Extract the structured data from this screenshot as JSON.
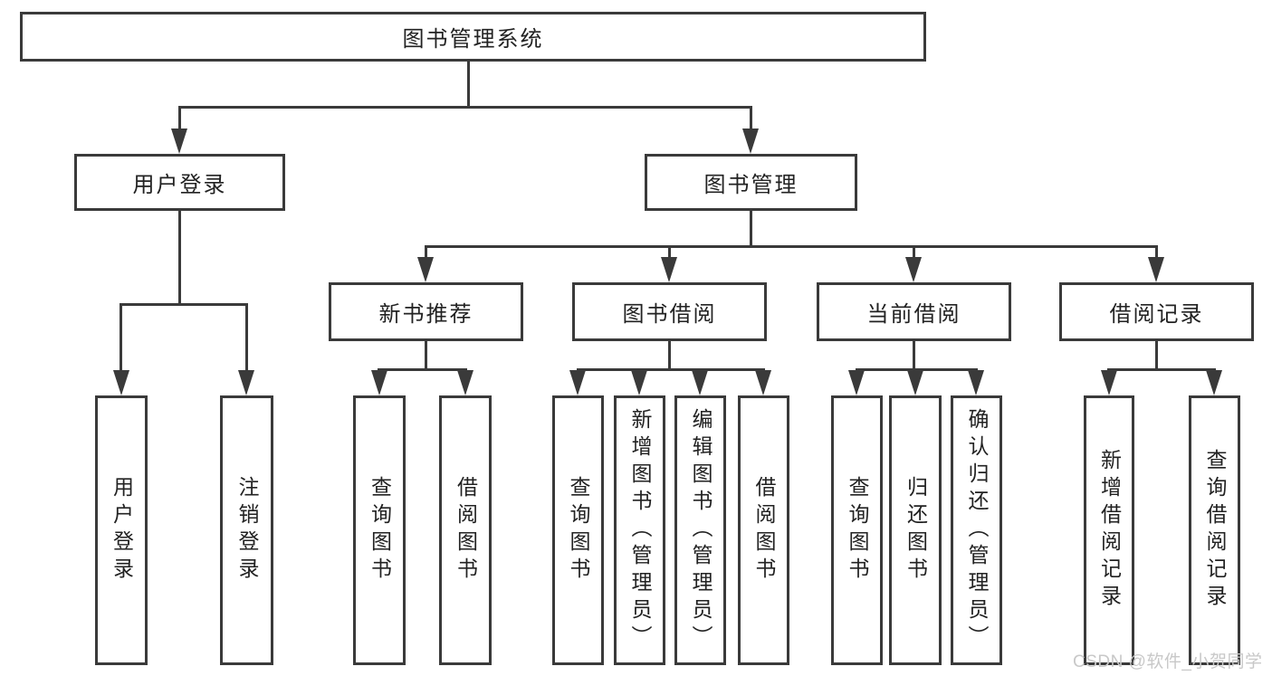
{
  "diagram": {
    "type": "tree",
    "nodes": {
      "root": "图书管理系统",
      "user_login": "用户登录",
      "book_mgmt": "图书管理",
      "new_rec": "新书推荐",
      "bk_borrow": "图书借阅",
      "cur_borrow": "当前借阅",
      "records": "借阅记录",
      "leaf_login": "用户登录",
      "leaf_logout": "注销登录",
      "rec_query": "查询图书",
      "rec_borrow": "借阅图书",
      "bb_query": "查询图书",
      "bb_add": "新增图书（管理员）",
      "bb_edit": "编辑图书（管理员）",
      "bb_borrow": "借阅图书",
      "cb_query": "查询图书",
      "cb_return": "归还图书",
      "cb_confirm": "确认归还（管理员）",
      "br_add": "新增借阅记录",
      "br_query": "查询借阅记录"
    },
    "hierarchy": [
      {
        "parent": "图书管理系统",
        "children": [
          "用户登录",
          "图书管理"
        ]
      },
      {
        "parent": "用户登录",
        "children": [
          "用户登录",
          "注销登录"
        ]
      },
      {
        "parent": "图书管理",
        "children": [
          "新书推荐",
          "图书借阅",
          "当前借阅",
          "借阅记录"
        ]
      },
      {
        "parent": "新书推荐",
        "children": [
          "查询图书",
          "借阅图书"
        ]
      },
      {
        "parent": "图书借阅",
        "children": [
          "查询图书",
          "新增图书（管理员）",
          "编辑图书（管理员）",
          "借阅图书"
        ]
      },
      {
        "parent": "当前借阅",
        "children": [
          "查询图书",
          "归还图书",
          "确认归还（管理员）"
        ]
      },
      {
        "parent": "借阅记录",
        "children": [
          "新增借阅记录",
          "查询借阅记录"
        ]
      }
    ],
    "colors": {
      "line": "#3a3a3a",
      "box_border": "#3a3a3a",
      "text": "#222222",
      "watermark_text": "#c8c8c8",
      "background": "#ffffff"
    },
    "watermark": "CSDN @软件_小贺同学"
  }
}
